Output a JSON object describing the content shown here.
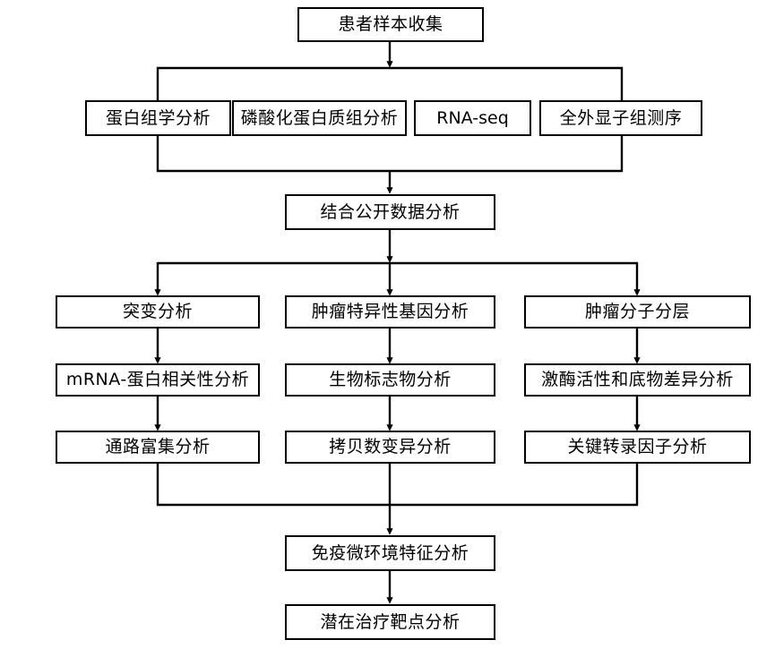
{
  "diagram": {
    "title_node": {
      "label": "患者样本收集"
    },
    "assay_row": [
      {
        "label": "蛋白组学分析"
      },
      {
        "label": "磷酸化蛋白质组分析"
      },
      {
        "label": "RNA-seq"
      },
      {
        "label": "全外显子组测序"
      }
    ],
    "integration_node": {
      "label": "结合公开数据分析"
    },
    "branches": [
      {
        "column": "left",
        "steps": [
          {
            "label": "突变分析"
          },
          {
            "label": "mRNA-蛋白相关性分析"
          },
          {
            "label": "通路富集分析"
          }
        ]
      },
      {
        "column": "middle",
        "steps": [
          {
            "label": "肿瘤特异性基因分析"
          },
          {
            "label": "生物标志物分析"
          },
          {
            "label": "拷贝数变异分析"
          }
        ]
      },
      {
        "column": "right",
        "steps": [
          {
            "label": "肿瘤分子分层"
          },
          {
            "label": "激酶活性和底物差异分析"
          },
          {
            "label": "关键转录因子分析"
          }
        ]
      }
    ],
    "immune_node": {
      "label": "免疫微环境特征分析"
    },
    "target_node": {
      "label": "潜在治疗靶点分析"
    },
    "colors": {
      "stroke": "#000000",
      "fill": "#ffffff",
      "text": "#000000"
    }
  }
}
